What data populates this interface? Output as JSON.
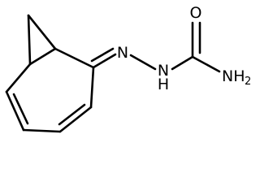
{
  "molecule": {
    "atoms": {
      "N_imine": "N",
      "N_hydrazide": "N",
      "H_hydrazide": "H",
      "O_carbonyl": "O",
      "N_amide": "NH",
      "N_amide_sub": "2"
    }
  }
}
